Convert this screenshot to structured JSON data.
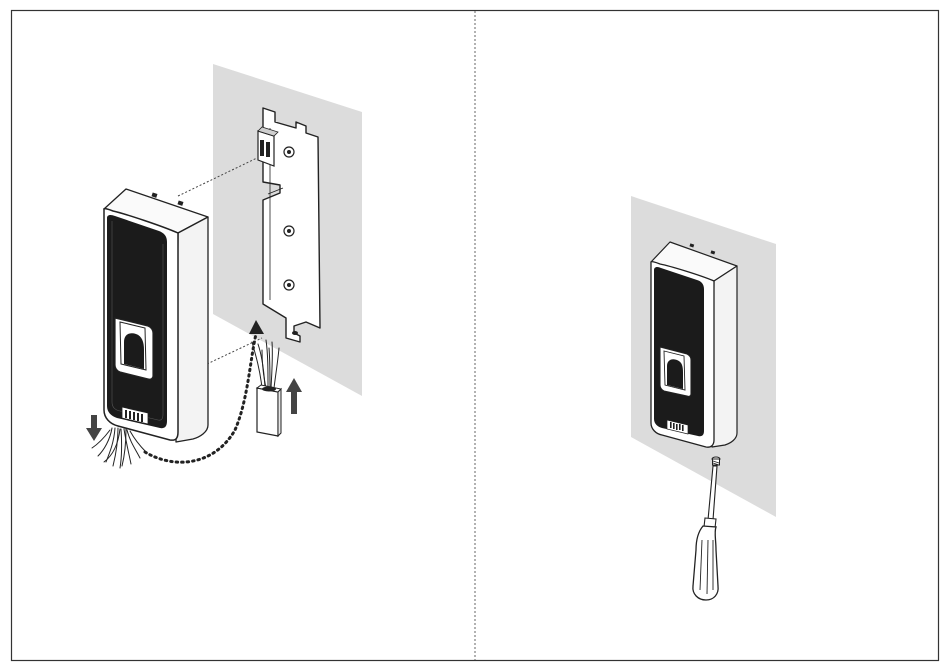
{
  "figure": {
    "panels": [
      {
        "id": "left",
        "step": "mount-device-onto-bracket"
      },
      {
        "id": "right",
        "step": "fasten-screw-at-bottom"
      }
    ],
    "colors": {
      "wall": "#dcdcdc",
      "frame": "#333333",
      "device_body": "#ffffff",
      "device_front": "#1b1b1b",
      "outline": "#222222"
    },
    "icons": {
      "down_arrow": "arrow-down-icon",
      "up_arrow": "arrow-up-icon",
      "cable_path_arrow": "dotted-curve-arrow-icon",
      "screwdriver": "screwdriver-icon"
    }
  }
}
